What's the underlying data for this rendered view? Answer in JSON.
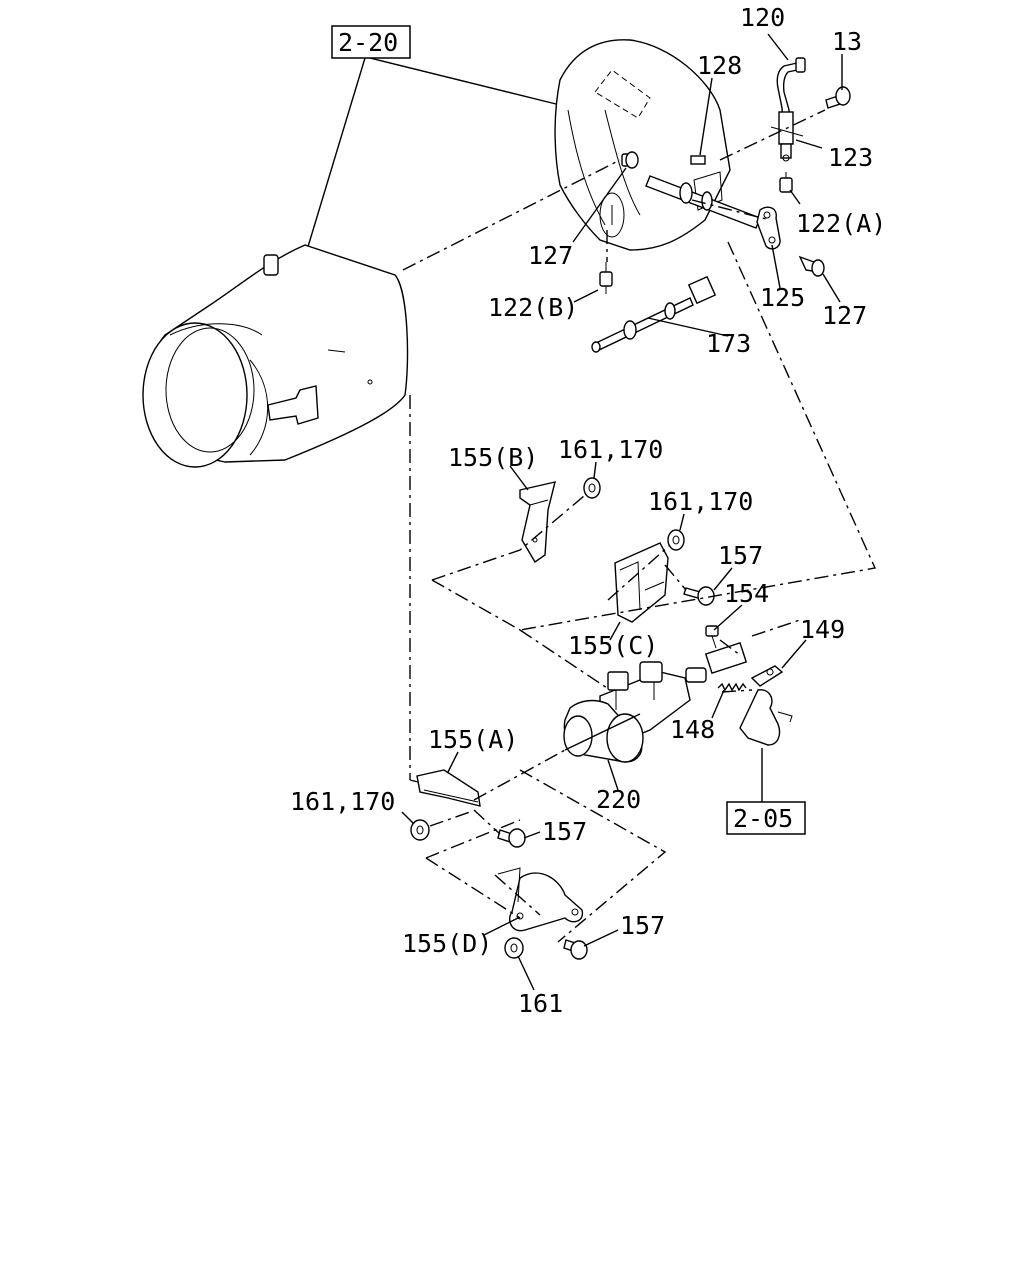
{
  "refs": {
    "ref_2_20": "2-20",
    "ref_2_05": "2-05"
  },
  "labels": {
    "p120": "120",
    "p13": "13",
    "p128": "128",
    "p123": "123",
    "p122a": "122(A)",
    "p127_left": "127",
    "p122b": "122(B)",
    "p125": "125",
    "p127_right": "127",
    "p173": "173",
    "p155b": "155(B)",
    "p161_170_top": "161,170",
    "p161_170_mid": "161,170",
    "p157_top": "157",
    "p154": "154",
    "p155c": "155(C)",
    "p149": "149",
    "p148": "148",
    "p155a": "155(A)",
    "p220": "220",
    "p161_170_left": "161,170",
    "p157_mid": "157",
    "p155d": "155(D)",
    "p157_bottom": "157",
    "p161": "161"
  }
}
